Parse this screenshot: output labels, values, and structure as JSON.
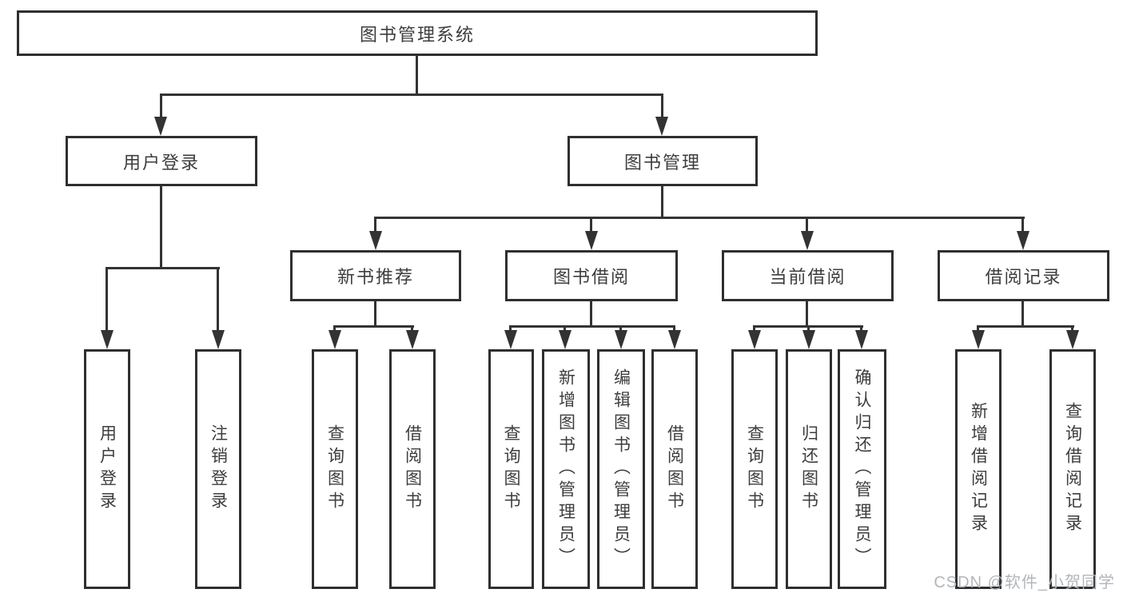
{
  "tree": {
    "root": {
      "label": "图书管理系统"
    },
    "children": [
      {
        "label": "用户登录",
        "children": [
          {
            "label": "用户登录"
          },
          {
            "label": "注销登录"
          }
        ]
      },
      {
        "label": "图书管理",
        "children": [
          {
            "label": "新书推荐",
            "children": [
              {
                "label": "查询图书"
              },
              {
                "label": "借阅图书"
              }
            ]
          },
          {
            "label": "图书借阅",
            "children": [
              {
                "label": "查询图书"
              },
              {
                "label": "新增图书（管理员）"
              },
              {
                "label": "编辑图书（管理员）"
              },
              {
                "label": "借阅图书"
              }
            ]
          },
          {
            "label": "当前借阅",
            "children": [
              {
                "label": "查询图书"
              },
              {
                "label": "归还图书"
              },
              {
                "label": "确认归还（管理员）"
              }
            ]
          },
          {
            "label": "借阅记录",
            "children": [
              {
                "label": "新增借阅记录"
              },
              {
                "label": "查询借阅记录"
              }
            ]
          }
        ]
      }
    ]
  },
  "watermark": "CSDN @软件_小贺同学",
  "colors": {
    "background": "#ffffff",
    "box_border": "#2f2f2f",
    "connector_line": "#333333",
    "text": "#3d3d3d",
    "watermark_text": "#b3b6ba"
  }
}
